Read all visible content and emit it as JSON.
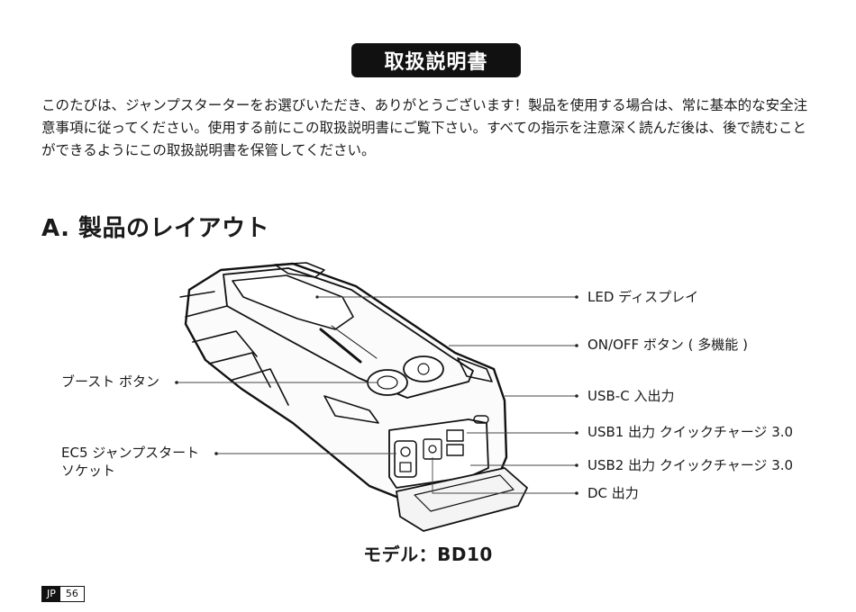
{
  "title": "取扱説明書",
  "intro": "このたびは、ジャンプスターターをお選びいただき、ありがとうございます！製品を使用する場合は、常に基本的な安全注意事項に従ってください。使用する前にこの取扱説明書にご覧下さい。すべての指示を注意深く読んだ後は、後で読むことができるようにこの取扱説明書を保管してください。",
  "section": {
    "heading": "A. 製品のレイアウト"
  },
  "labels": {
    "led_display": "LED ディスプレイ",
    "on_off": "ON/OFF ボタン ( 多機能 )",
    "usb_c": "USB-C 入出力",
    "usb1": "USB1 出力 クイックチャージ 3.0",
    "usb2": "USB2 出力 クイックチャージ 3.0",
    "dc": "DC 出力",
    "boost": "ブースト ボタン",
    "ec5_line1": "EC5 ジャンプスタート",
    "ec5_line2": "ソケット"
  },
  "model": "モデル：BD10",
  "page": {
    "lang": "JP",
    "number": "56"
  }
}
